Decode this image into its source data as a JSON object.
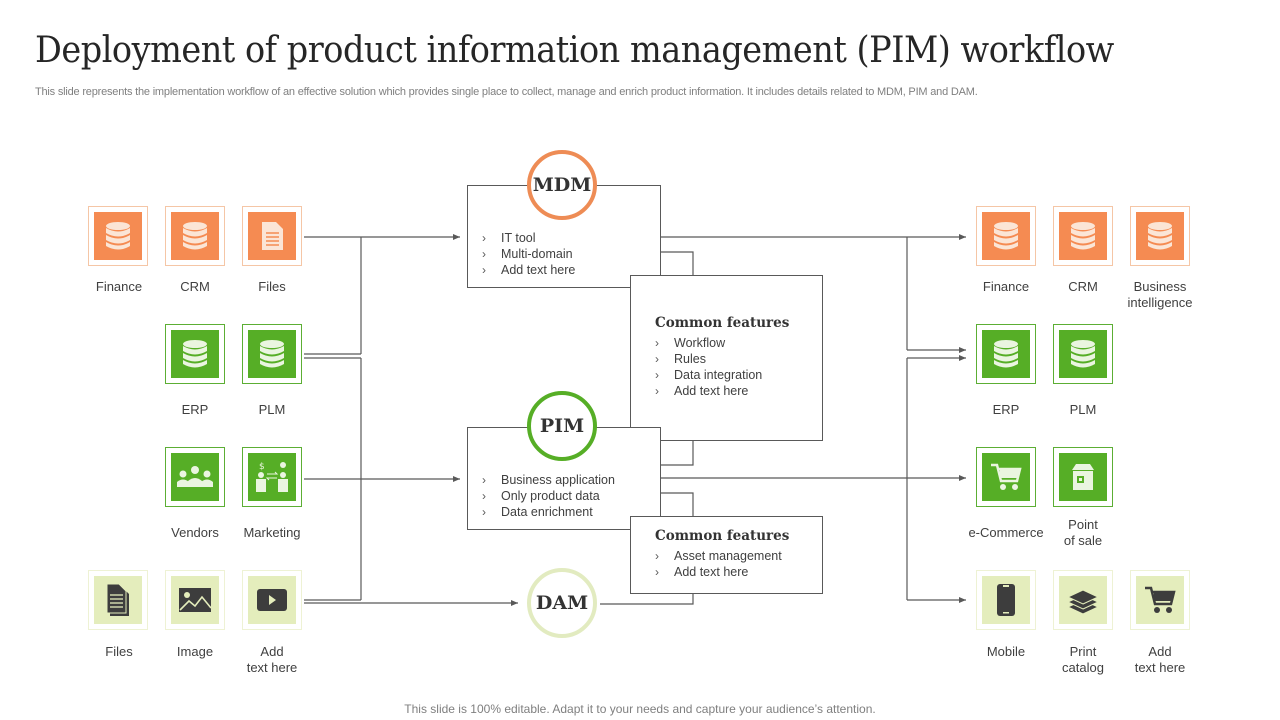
{
  "header": {
    "title": "Deployment of product information management (PIM) workflow",
    "subtitle": "This slide represents the implementation workflow of an effective  solution which provides single place to collect, manage and enrich product information. It includes details related to MDM,  PIM  and DAM."
  },
  "colors": {
    "orange": "#f58b52",
    "green": "#56ae26",
    "light_green": "#e4edbc",
    "line": "#595959"
  },
  "sources": {
    "finance": {
      "label": "Finance",
      "icon": "database-icon"
    },
    "crm": {
      "label": "CRM",
      "icon": "database-icon"
    },
    "files": {
      "label": "Files",
      "icon": "document-icon"
    },
    "erp": {
      "label": "ERP",
      "icon": "database-icon"
    },
    "plm": {
      "label": "PLM",
      "icon": "database-icon"
    },
    "vendors": {
      "label": "Vendors",
      "icon": "people-group-icon"
    },
    "marketing": {
      "label": "Marketing",
      "icon": "marketing-exchange-icon"
    },
    "files2": {
      "label": "Files",
      "icon": "document-icon"
    },
    "image": {
      "label": "Image",
      "icon": "image-icon"
    },
    "add": {
      "label1": "Add",
      "label2": "text here",
      "icon": "video-play-icon"
    }
  },
  "center": {
    "mdm": {
      "name": "MDM",
      "bullets": [
        "IT tool",
        "Multi-domain",
        "Add text here"
      ]
    },
    "pim": {
      "name": "PIM",
      "bullets": [
        "Business application",
        "Only product data",
        "Data enrichment"
      ]
    },
    "dam": {
      "name": "DAM"
    },
    "common1": {
      "title": "Common features",
      "bullets": [
        "Workflow",
        "Rules",
        "Data integration",
        "Add text here"
      ]
    },
    "common2": {
      "title": "Common features",
      "bullets": [
        "Asset management",
        "Add text here"
      ]
    }
  },
  "targets": {
    "finance": {
      "label": "Finance",
      "icon": "database-icon"
    },
    "crm": {
      "label": "CRM",
      "icon": "database-icon"
    },
    "bi": {
      "label1": "Business",
      "label2": "intelligence",
      "icon": "database-icon"
    },
    "erp": {
      "label": "ERP",
      "icon": "database-icon"
    },
    "plm": {
      "label": "PLM",
      "icon": "database-icon"
    },
    "ecommerce": {
      "label": "e-Commerce",
      "icon": "shopping-cart-icon"
    },
    "pos": {
      "label1": "Point",
      "label2": "of sale",
      "icon": "store-icon"
    },
    "mobile": {
      "label": "Mobile",
      "icon": "mobile-phone-icon"
    },
    "print": {
      "label1": "Print",
      "label2": "catalog",
      "icon": "layers-icon"
    },
    "add": {
      "label1": "Add",
      "label2": "text here",
      "icon": "shopping-cart-icon"
    }
  },
  "footer": "This slide is 100% editable. Adapt it to your needs and capture your audience’s attention."
}
